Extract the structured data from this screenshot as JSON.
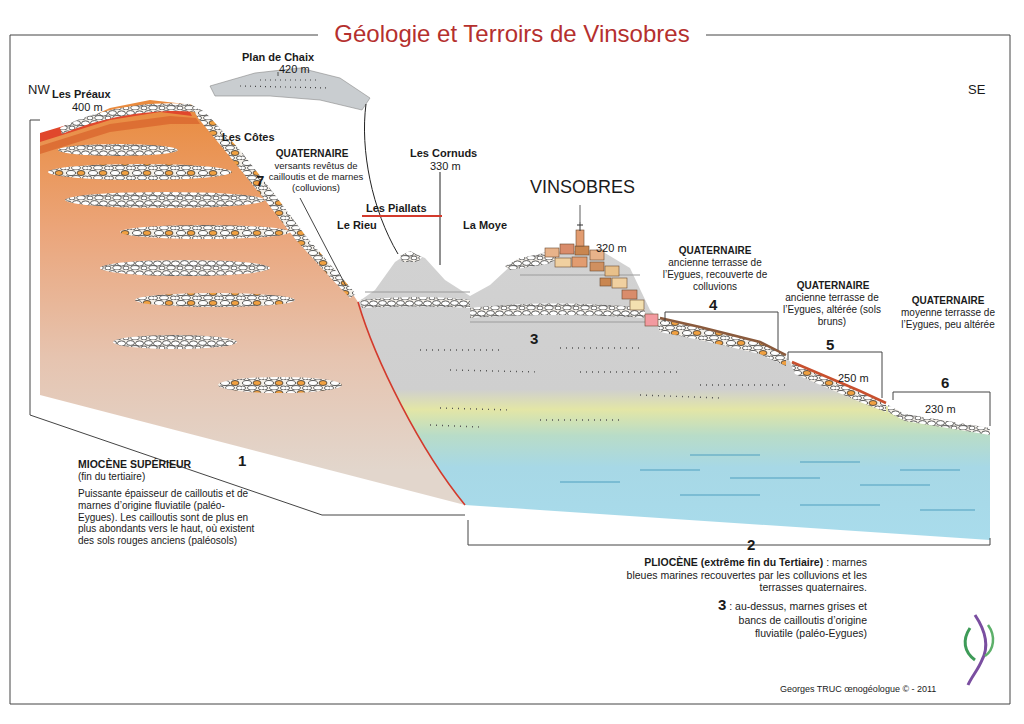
{
  "diagram": {
    "title": "Géologie et Terroirs de Vinsobres",
    "labels": [
      "NW",
      "SE",
      "Les Préaux",
      "400 m",
      "Plan de Chaix",
      "420 m",
      "Les Côtes",
      "QUATERNAIRE",
      "versants revêtus de cailloutis et de marnes (colluvions)",
      "7",
      "Les Cornuds",
      "330 m",
      "Les Piallats",
      "Le Rieu",
      "La Moye",
      "VINSOBRES",
      "320 m",
      "QUATERNAIRE",
      "ancienne terrasse de l’Eygues, recouverte de colluvions",
      "4",
      "QUATERNAIRE",
      "ancienne terrasse de l’Eygues, altérée (sols bruns)",
      "5",
      "QUATERNAIRE",
      "moyenne terrasse de l’Eygues, peu altérée",
      "6",
      "250 m",
      "230 m",
      "3",
      "1",
      "MIOCÈNE SUPÉRIEUR",
      "(fin du tertiaire)",
      "Puissante épaisseur de cailloutis et de marnes d’origine fluviatile (paléo-Eygues). Les cailloutis sont de plus en plus abondants vers le haut, où existent des sols rouges anciens (paléosols)",
      "2",
      "PLIOCÈNE (extrême fin du Tertiaire)",
      ": marnes bleues marines recouvertes par les colluvions et les terrasses quaternaires.",
      "3",
      ": au-dessus, marnes grises et bancs de cailloutis d’origine fluviatile (paléo-Eygues)",
      "Georges TRUC œnogéologue © - 2011"
    ]
  }
}
